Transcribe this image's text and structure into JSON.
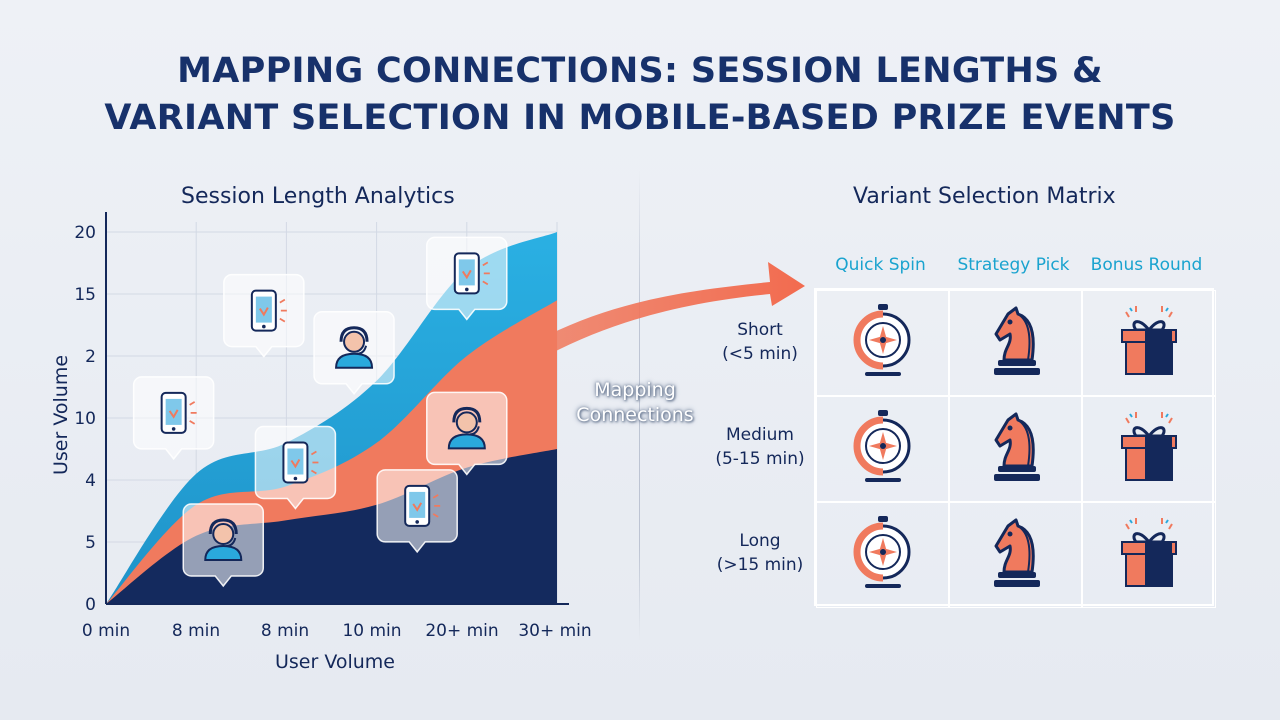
{
  "title": {
    "line1": "MAPPING CONNECTIONS: SESSION LENGTHS &",
    "line2": "VARIANT SELECTION IN MOBILE-BASED PRIZE EVENTS"
  },
  "left_section_title": "Session Length Analytics",
  "right_section_title": "Variant Selection Matrix",
  "mapping_label": {
    "line1": "Mapping",
    "line2": "Connections"
  },
  "colors": {
    "title": "#17316b",
    "navy": "#142a5e",
    "coral": "#f07a5e",
    "blue": "#2aa9dc",
    "cyan_text": "#1aa3cf"
  },
  "chart_data": {
    "type": "area",
    "title": "Session Length Analytics",
    "xlabel": "User Volume",
    "ylabel": "User Volume",
    "x_tick_labels": [
      "0 min",
      "8 min",
      "8 min",
      "10 min",
      "20+ min",
      "30+ min"
    ],
    "y_tick_labels": [
      "0",
      "5",
      "4",
      "10",
      "2",
      "15",
      "20"
    ],
    "ylim": [
      0,
      6
    ],
    "grid": true,
    "series": [
      {
        "color": "#142a5e",
        "values": [
          0,
          1.1,
          1.35,
          1.6,
          2.2,
          2.5
        ]
      },
      {
        "color": "#f07a5e",
        "values": [
          0,
          1.6,
          1.9,
          2.6,
          4.0,
          4.9
        ]
      },
      {
        "color": "#2aa9dc",
        "values": [
          0,
          2.1,
          2.6,
          3.6,
          5.4,
          6.0
        ]
      }
    ],
    "annotations": [
      {
        "icon": "phone-icon",
        "x_index": 0.75,
        "y_value": 3.05
      },
      {
        "icon": "phone-icon",
        "x_index": 1.75,
        "y_value": 4.7
      },
      {
        "icon": "support-agent-icon",
        "x_index": 2.75,
        "y_value": 4.1
      },
      {
        "icon": "phone-icon",
        "x_index": 4.0,
        "y_value": 5.3
      },
      {
        "icon": "support-agent-icon",
        "x_index": 1.3,
        "y_value": 1.0
      },
      {
        "icon": "phone-icon",
        "x_index": 2.1,
        "y_value": 2.25
      },
      {
        "icon": "phone-icon",
        "x_index": 3.45,
        "y_value": 1.55
      },
      {
        "icon": "support-agent-icon",
        "x_index": 4.0,
        "y_value": 2.8
      }
    ]
  },
  "matrix": {
    "columns": [
      "Quick Spin",
      "Strategy Pick",
      "Bonus Round"
    ],
    "rows": [
      {
        "label": "Short",
        "range": "(<5 min)"
      },
      {
        "label": "Medium",
        "range": "(5-15 min)"
      },
      {
        "label": "Long",
        "range": "(>15 min)"
      }
    ],
    "cell_icons": [
      "prize-wheel-icon",
      "chess-knight-icon",
      "gift-box-icon"
    ]
  }
}
